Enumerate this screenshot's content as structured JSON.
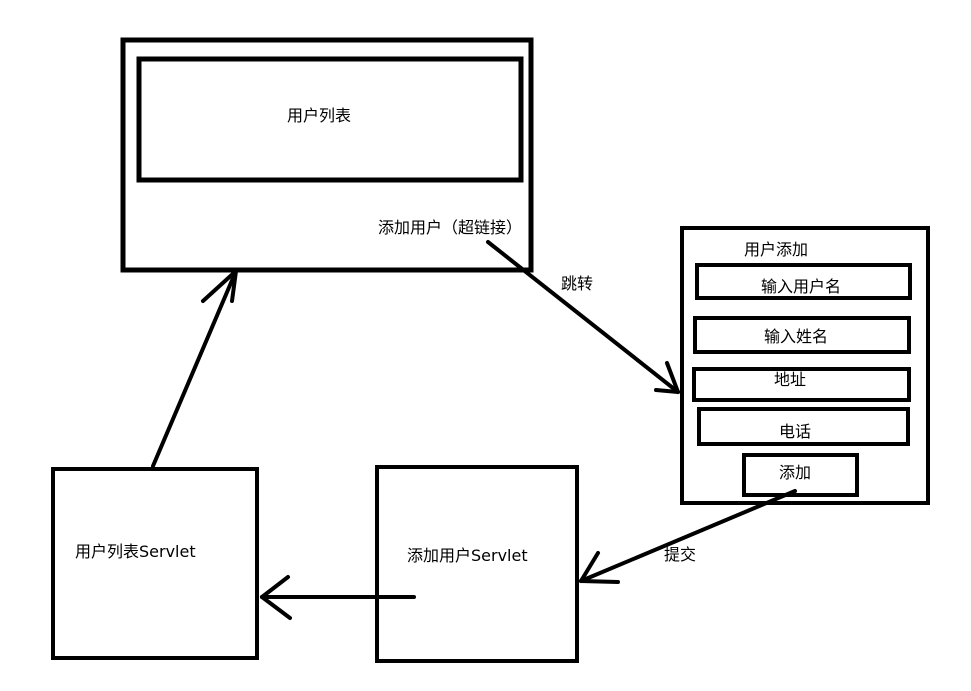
{
  "user_list_page": {
    "list_box_label": "用户列表",
    "add_user_link": "添加用户（超链接）"
  },
  "user_add_page": {
    "title": "用户添加",
    "fields": [
      {
        "label": "输入用户名"
      },
      {
        "label": "输入姓名"
      },
      {
        "label": "地址"
      },
      {
        "label": "电话"
      }
    ],
    "submit_button": "添加"
  },
  "servlets": {
    "user_list_servlet": "用户列表Servlet",
    "add_user_servlet": "添加用户Servlet"
  },
  "edges": {
    "jump": "跳转",
    "submit": "提交"
  },
  "colors": {
    "stroke": "#000000",
    "background": "#ffffff"
  }
}
